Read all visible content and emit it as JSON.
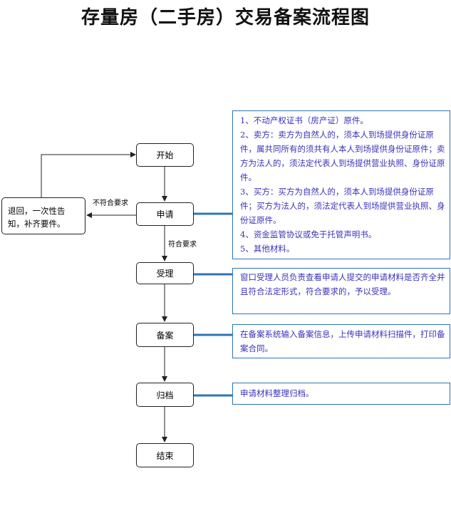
{
  "title": "存量房（二手房）交易备案流程图",
  "nodes": {
    "start": "开始",
    "apply": "申请",
    "accept": "受理",
    "record": "备案",
    "archive": "归档",
    "end": "结束"
  },
  "reject_box": "退回，一次性告知，补齐要件。",
  "edge_labels": {
    "not_meet": "不符合要求",
    "meet": "符合要求"
  },
  "notes": {
    "apply": [
      "1、不动产权证书（房产证）原件。",
      "2、卖方：卖方为自然人的，须本人到场提供身份证原件，属共同所有的须共有人本人到场提供身份证原件；卖方为法人的，须法定代表人到场提供营业执照、身份证原件。",
      "3、买方：买方为自然人的，须本人到场提供身份证原件；买方为法人的，须法定代表人到场提供营业执照、身份证原件。",
      "4、资金监管协议或免于托管声明书。",
      "5、其他材料。"
    ],
    "accept": "窗口受理人员负责查看申请人提交的申请材料是否齐全并且符合法定形式，符合要求的，予以受理。",
    "record": "在备案系统输入备案信息，上传申请材料扫描件，打印备案合同。",
    "archive": "申请材料整理归档。"
  },
  "colors": {
    "box_border": "#222222",
    "note_border": "#2e74b5",
    "note_text": "#3a32b8",
    "arrow": "#2e74b5"
  }
}
